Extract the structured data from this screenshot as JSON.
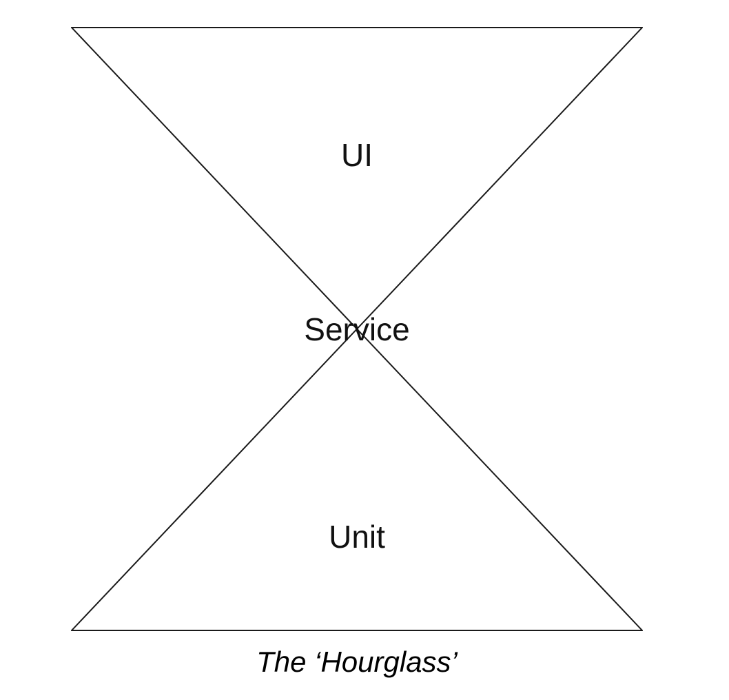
{
  "diagram": {
    "layers": [
      {
        "id": "ui",
        "label": "UI"
      },
      {
        "id": "service",
        "label": "Service"
      },
      {
        "id": "unit",
        "label": "Unit"
      }
    ],
    "caption": "The ‘Hourglass’",
    "line_color": "#1a1a1a"
  }
}
